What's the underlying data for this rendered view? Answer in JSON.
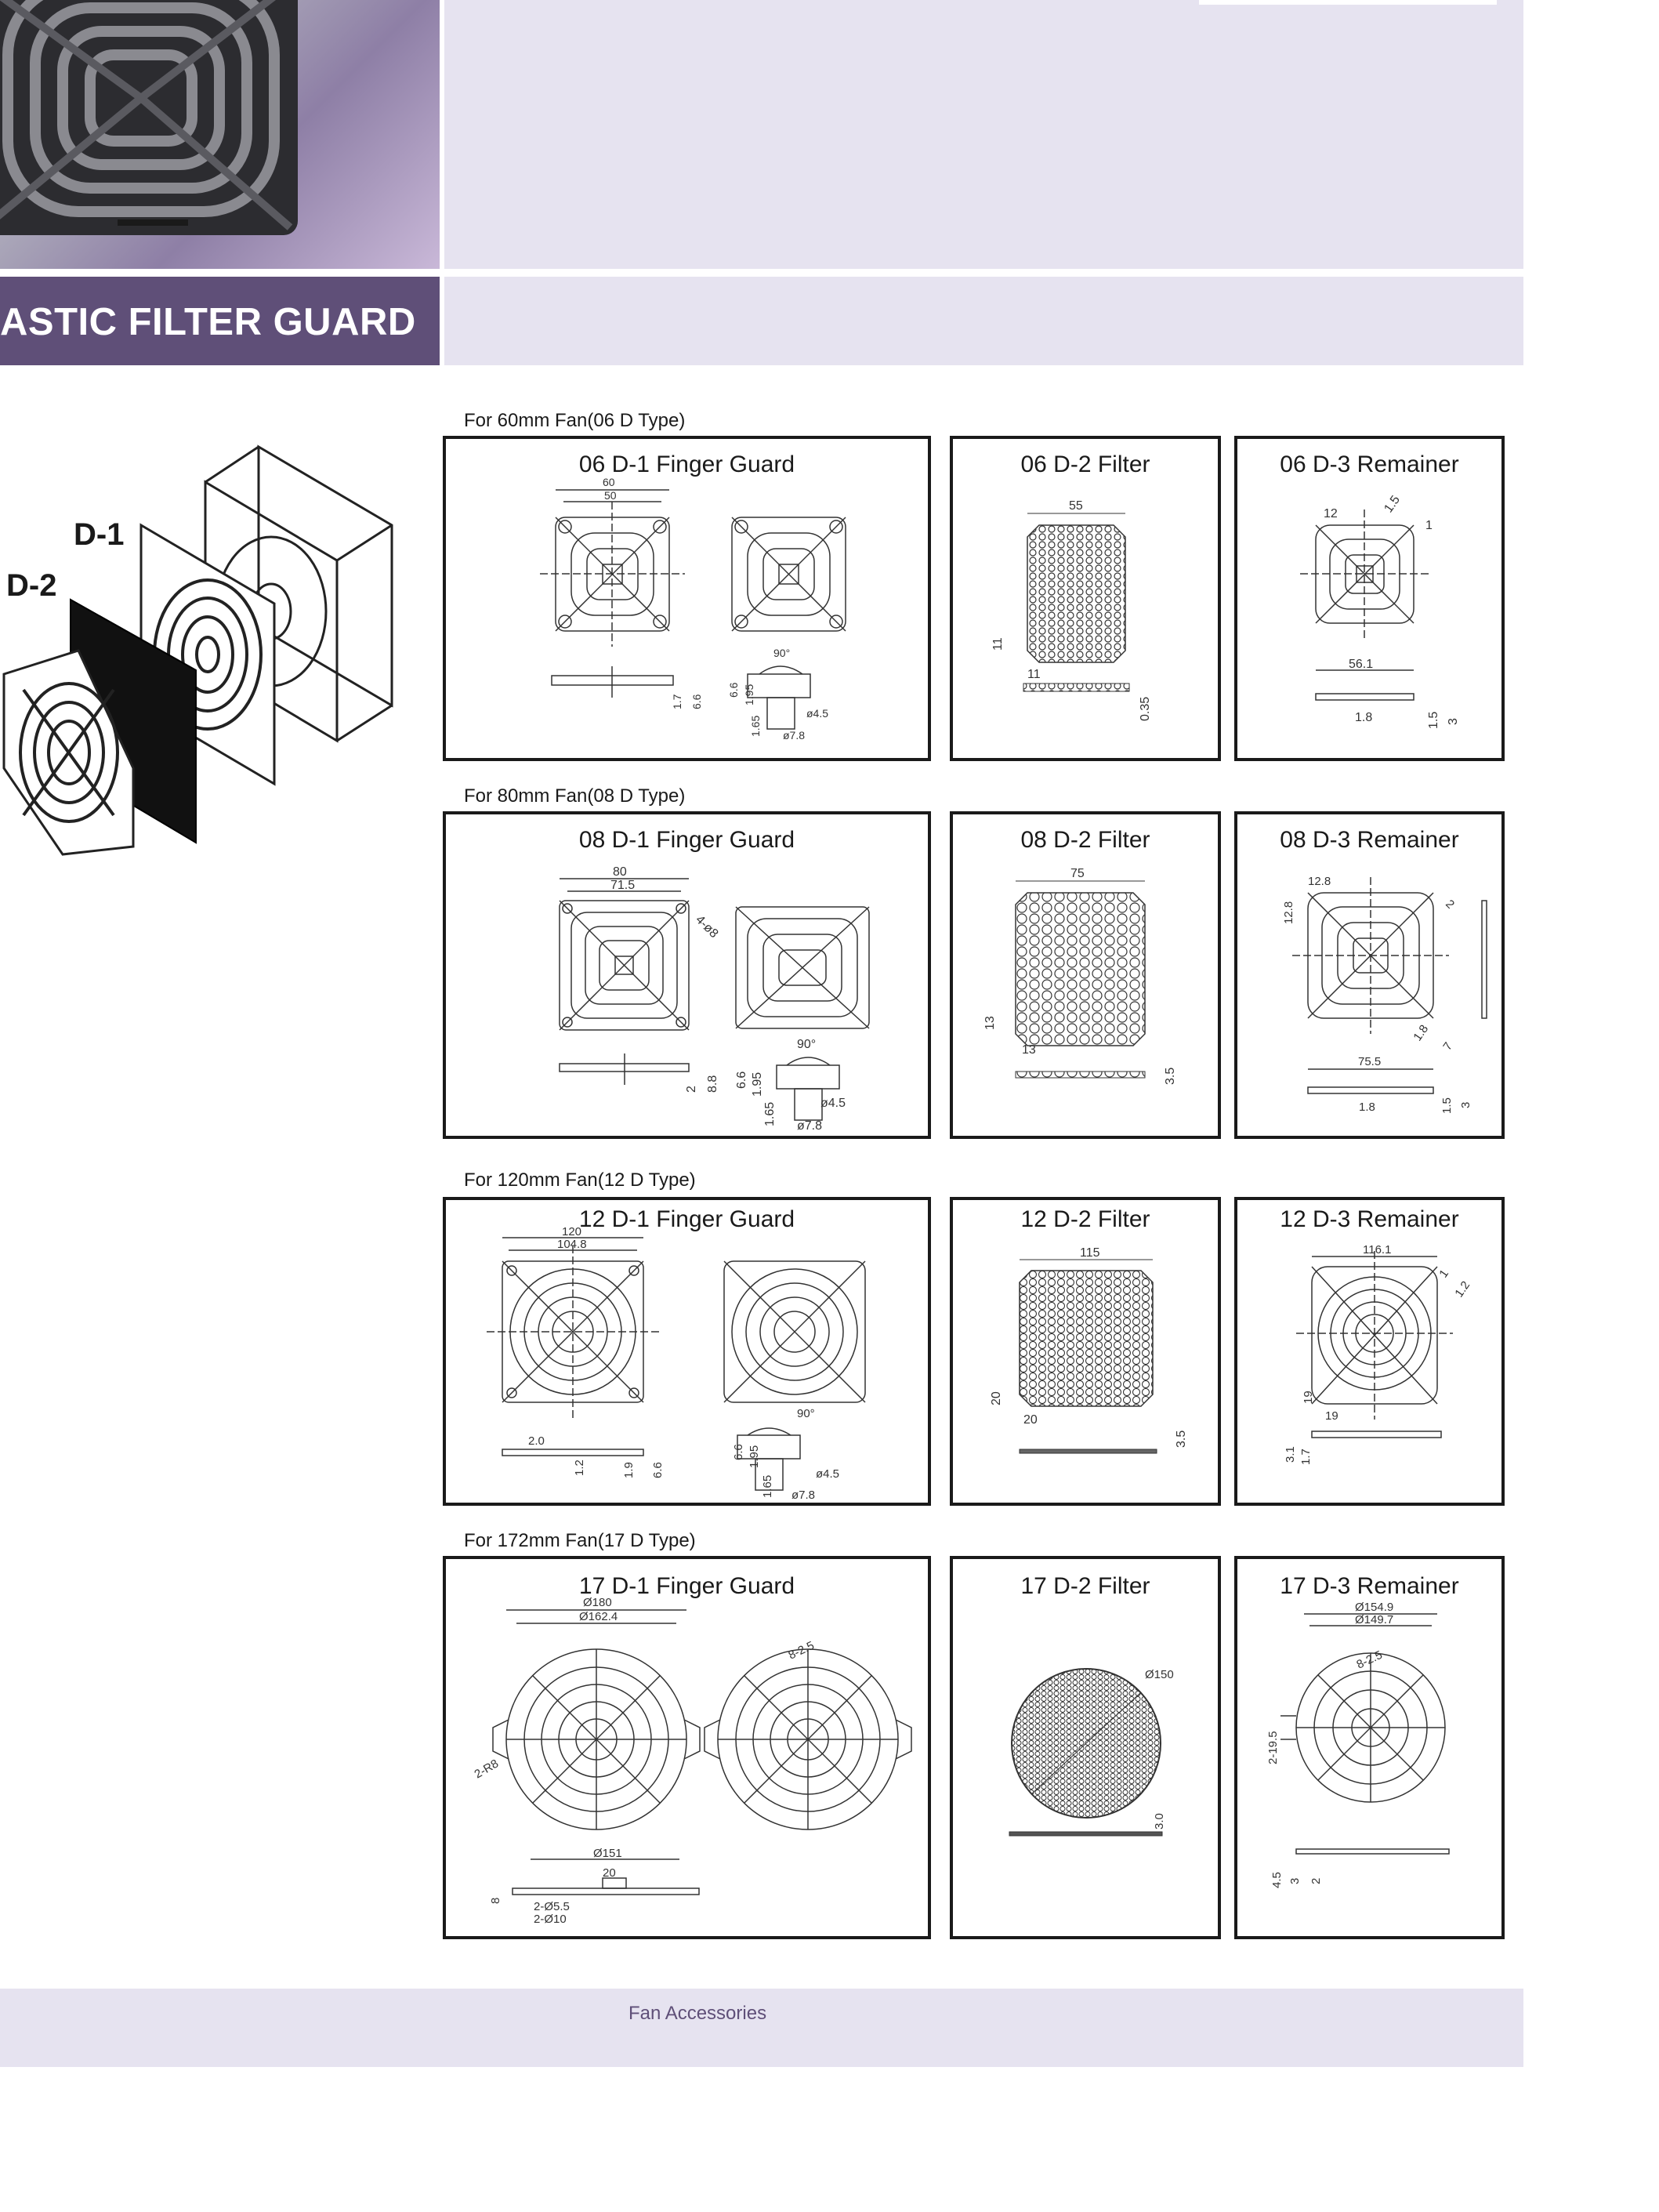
{
  "header": {
    "title": "ASTIC FILTER GUARD",
    "photo_icon": "fan-guard-photo"
  },
  "exploded_view": {
    "label_d1": "D-1",
    "label_d2": "D-2"
  },
  "sections": [
    {
      "label": "For 60mm Fan(06 D Type)",
      "boxes": [
        {
          "title": "06 D-1 Finger Guard",
          "dims": [
            "60",
            "50",
            "1.7",
            "6.6",
            "6.6",
            "1.95",
            "1.65",
            "90°",
            "ø4.5",
            "ø7.8"
          ]
        },
        {
          "title": "06 D-2 Filter",
          "dims": [
            "55",
            "11",
            "11",
            "0.35"
          ]
        },
        {
          "title": "06 D-3 Remainer",
          "dims": [
            "12",
            "1.5",
            "1",
            "56.1",
            "1.8",
            "1.5",
            "3"
          ]
        }
      ]
    },
    {
      "label": "For 80mm Fan(08 D Type)",
      "boxes": [
        {
          "title": "08 D-1 Finger Guard",
          "dims": [
            "80",
            "71.5",
            "4-ø8",
            "2",
            "8.8",
            "6.6",
            "1.95",
            "1.65",
            "90°",
            "ø4.5",
            "ø7.8"
          ]
        },
        {
          "title": "08 D-2 Filter",
          "dims": [
            "75",
            "13",
            "13",
            "3.5"
          ]
        },
        {
          "title": "08 D-3 Remainer",
          "dims": [
            "12.8",
            "12.8",
            "2",
            "1.8",
            "75.5",
            "1.8",
            "1.5",
            "3"
          ]
        }
      ]
    },
    {
      "label": "For 120mm Fan(12 D Type)",
      "boxes": [
        {
          "title": "12 D-1 Finger Guard",
          "dims": [
            "120",
            "104.8",
            "2.0",
            "1.2",
            "1.9",
            "6.6",
            "6.6",
            "1.95",
            "1.65",
            "90°",
            "ø4.5",
            "ø7.8"
          ]
        },
        {
          "title": "12 D-2 Filter",
          "dims": [
            "115",
            "20",
            "20",
            "3.5"
          ]
        },
        {
          "title": "12 D-3 Remainer",
          "dims": [
            "116.1",
            "1",
            "1.2",
            "19",
            "19",
            "3.1",
            "1.7"
          ]
        }
      ]
    },
    {
      "label": "For 172mm Fan(17 D Type)",
      "boxes": [
        {
          "title": "17 D-1 Finger Guard",
          "dims": [
            "Ø180",
            "Ø162.4",
            "8-2.5",
            "2-R8",
            "Ø151",
            "20",
            "8",
            "2-Ø5.5",
            "2-Ø10"
          ]
        },
        {
          "title": "17 D-2 Filter",
          "dims": [
            "Ø150",
            "3.0"
          ]
        },
        {
          "title": "17 D-3 Remainer",
          "dims": [
            "Ø154.9",
            "Ø149.7",
            "8-2.5",
            "2-19.5",
            "4.5",
            "3",
            "2"
          ]
        }
      ]
    }
  ],
  "footer": {
    "text": "Fan Accessories"
  }
}
